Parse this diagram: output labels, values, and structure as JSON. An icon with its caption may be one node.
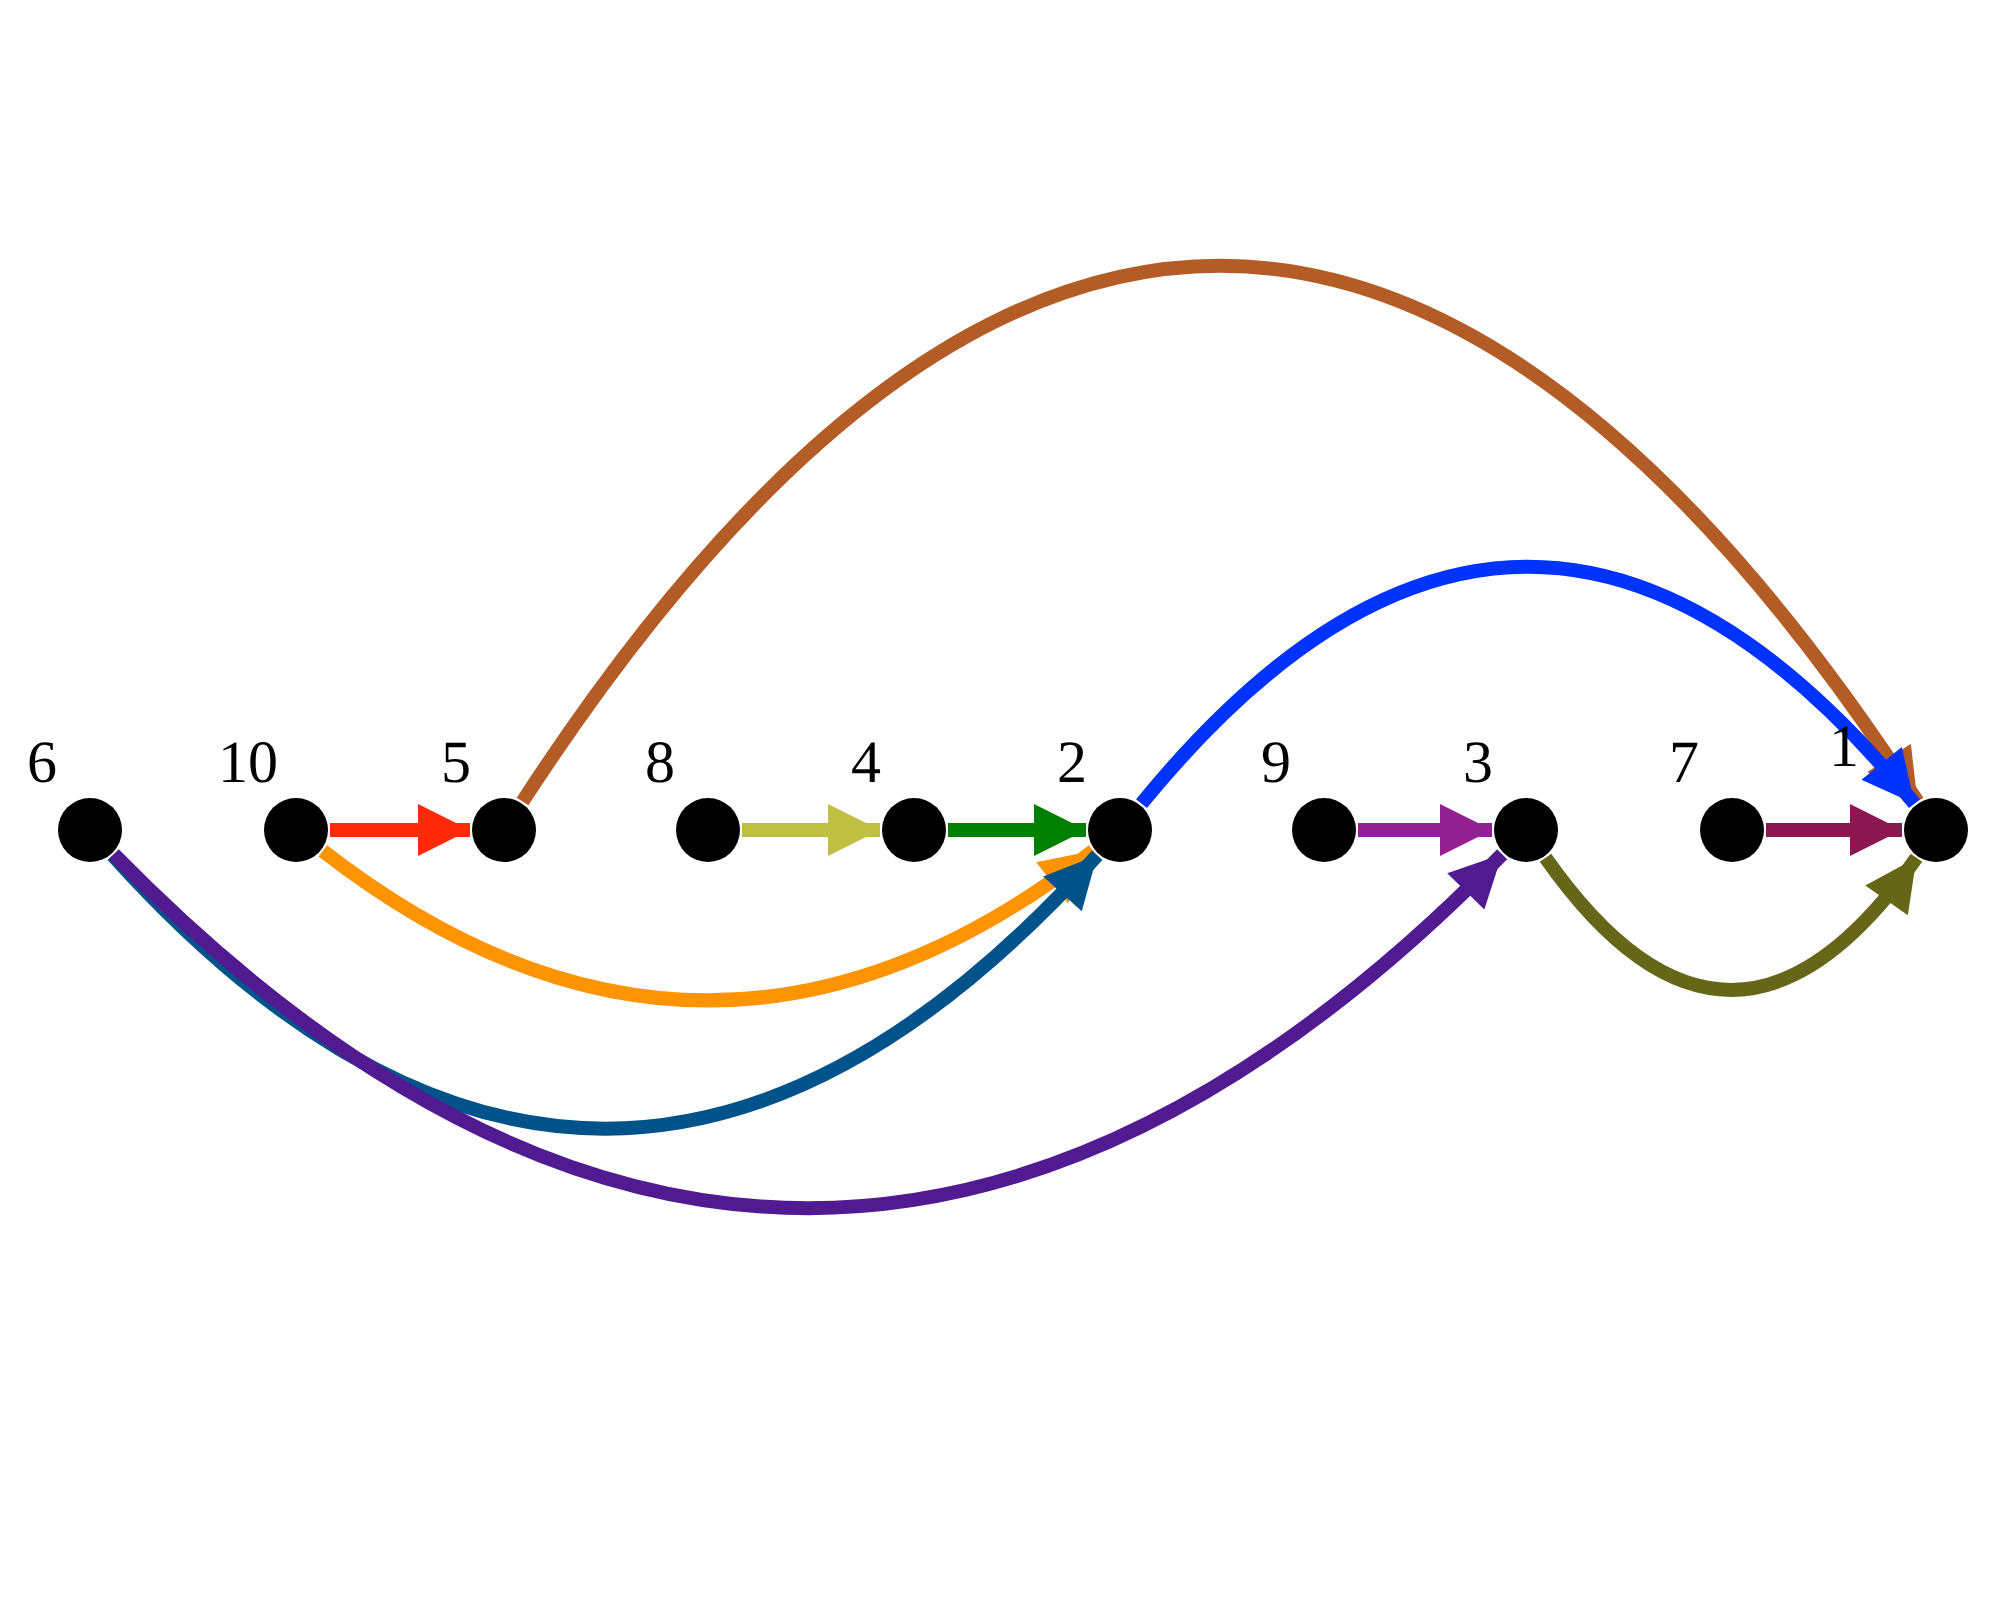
{
  "diagram": {
    "nodes": [
      {
        "text": [],
        "shape": "circle",
        "beside": [
          "6"
        ]
      },
      {
        "text": [],
        "shape": "circle",
        "beside": [
          "10"
        ]
      },
      {
        "text": [],
        "shape": "circle",
        "beside": [
          "5"
        ]
      },
      {
        "text": [],
        "shape": "circle",
        "beside": [
          "8"
        ]
      },
      {
        "text": [],
        "shape": "circle",
        "beside": [
          "4"
        ]
      },
      {
        "text": [],
        "shape": "circle",
        "beside": [
          "2"
        ]
      },
      {
        "text": [],
        "shape": "circle",
        "beside": [
          "9"
        ]
      },
      {
        "text": [],
        "shape": "circle",
        "beside": [
          "3"
        ]
      },
      {
        "text": [],
        "shape": "circle",
        "beside": [
          "7"
        ]
      },
      {
        "text": [],
        "shape": "circle",
        "beside": [
          "1"
        ]
      }
    ],
    "edges": [
      {
        "from": 1,
        "to": 2,
        "arrow": "to",
        "color": "#ff2a0a"
      },
      {
        "from": 2,
        "to": 9,
        "arrow": "to",
        "color": "#b35c26"
      },
      {
        "from": 3,
        "to": 4,
        "arrow": "to",
        "color": "#bfbf40"
      },
      {
        "from": 4,
        "to": 5,
        "arrow": "to",
        "color": "#008000"
      },
      {
        "from": 5,
        "to": 9,
        "arrow": "to",
        "color": "#0033ff"
      },
      {
        "from": 6,
        "to": 7,
        "arrow": "to",
        "color": "#922090"
      },
      {
        "from": 8,
        "to": 9,
        "arrow": "to",
        "color": "#8b1650"
      },
      {
        "from": 7,
        "to": 9,
        "arrow": "to",
        "color": "#666619"
      },
      {
        "from": 1,
        "to": 5,
        "arrow": "to",
        "color": "#ff9400"
      },
      {
        "from": 0,
        "to": 5,
        "arrow": "to",
        "color": "#00528a"
      },
      {
        "from": 0,
        "to": 7,
        "arrow": "to",
        "color": "#521a91"
      }
    ]
  }
}
